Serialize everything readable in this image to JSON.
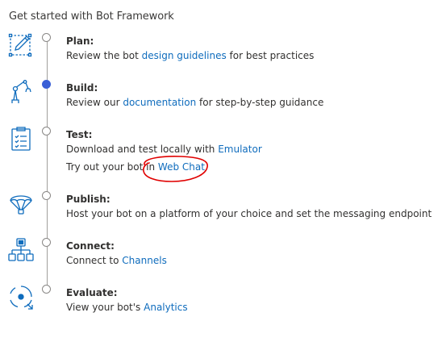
{
  "header": {
    "title": "Get started with Bot Framework"
  },
  "steps": [
    {
      "icon": "design-plan-icon",
      "title": "Plan:",
      "lines": [
        {
          "before": "Review the bot ",
          "link": "design guidelines",
          "after": " for best practices"
        }
      ],
      "status": "pending"
    },
    {
      "icon": "robot-arm-icon",
      "title": "Build:",
      "lines": [
        {
          "before": "Review our ",
          "link": "documentation",
          "after": " for step-by-step guidance"
        }
      ],
      "status": "current"
    },
    {
      "icon": "clipboard-checklist-icon",
      "title": "Test:",
      "lines": [
        {
          "before": "Download and test locally with ",
          "link": "Emulator",
          "after": ""
        },
        {
          "before": "Try out your bot in ",
          "link": "Web Chat",
          "after": ""
        }
      ],
      "status": "pending"
    },
    {
      "icon": "parachute-icon",
      "title": "Publish:",
      "lines": [
        {
          "before": "Host your bot on a platform of your choice and set the messaging endpoint",
          "link": "",
          "after": ""
        }
      ],
      "status": "pending"
    },
    {
      "icon": "org-chart-icon",
      "title": "Connect:",
      "lines": [
        {
          "before": "Connect to ",
          "link": "Channels",
          "after": ""
        }
      ],
      "status": "pending"
    },
    {
      "icon": "target-evaluate-icon",
      "title": "Evaluate:",
      "lines": [
        {
          "before": "View your bot's ",
          "link": "Analytics",
          "after": ""
        }
      ],
      "status": "pending"
    }
  ],
  "colors": {
    "link": "#0f6cbd",
    "current_dot": "#3a5fd6",
    "icon_stroke": "#0f6cbd",
    "annotation": "#e00000"
  }
}
